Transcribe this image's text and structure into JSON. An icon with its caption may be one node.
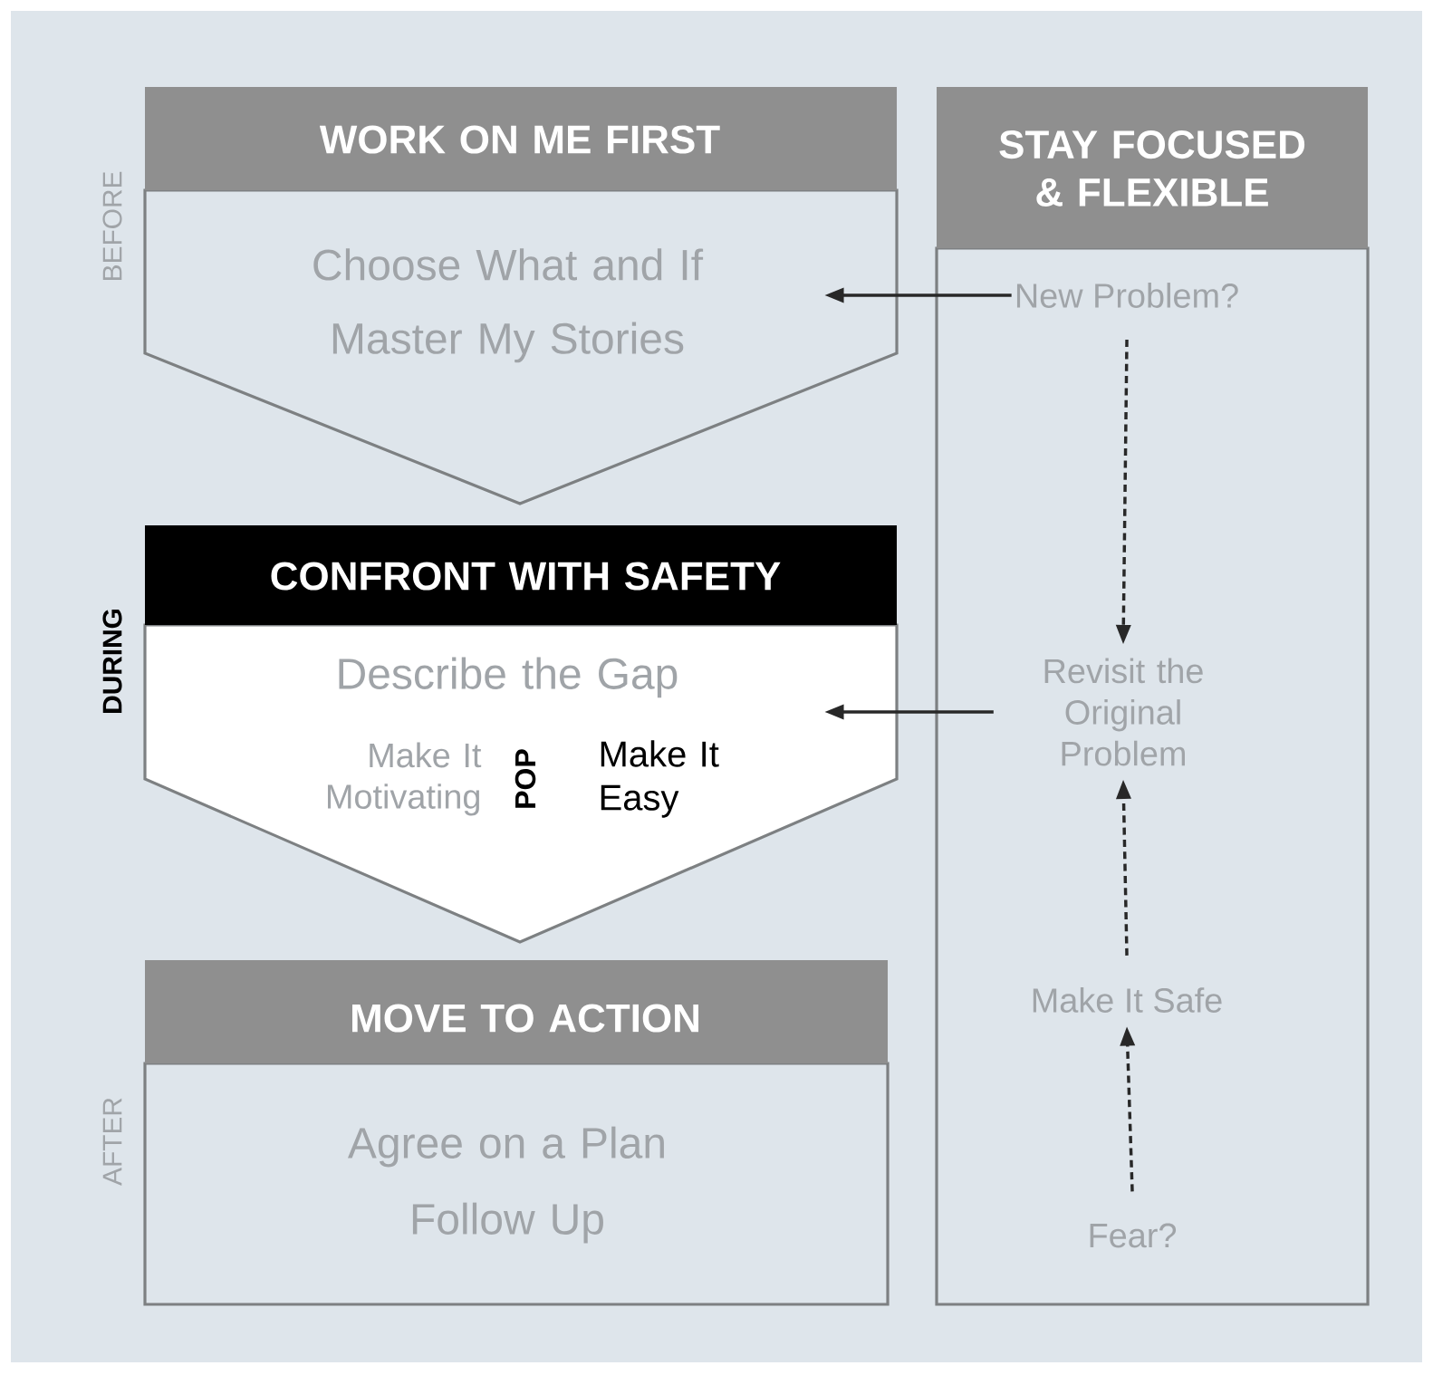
{
  "diagram": {
    "nodes": [
      {
        "text": [
          "WORK ON ME FIRST",
          "Choose What and If",
          "Master My Stories"
        ],
        "beside": [
          "BEFORE"
        ]
      },
      {
        "text": [
          "CONFRONT WITH SAFETY",
          "Describe the Gap",
          "Make It Motivating",
          "POP",
          "Make It Easy"
        ],
        "beside": [
          "DURING"
        ]
      },
      {
        "text": [
          "MOVE TO ACTION",
          "Agree on a Plan",
          "Follow Up"
        ],
        "beside": [
          "AFTER"
        ]
      },
      {
        "text": [
          "STAY FOCUSED & FLEXIBLE"
        ]
      },
      {
        "text": [
          "New Problem?"
        ],
        "in": 3
      },
      {
        "text": [
          "Revisit the Original Problem"
        ],
        "in": 3
      },
      {
        "text": [
          "Make It Safe"
        ],
        "in": 3
      },
      {
        "text": [
          "Fear?"
        ],
        "in": 3
      }
    ],
    "edges": [
      {
        "from": 4,
        "to": 0,
        "arrow": "to"
      },
      {
        "from": 4,
        "to": 5,
        "arrow": "to",
        "style": "dashed"
      },
      {
        "from": 5,
        "to": 1,
        "arrow": "to"
      },
      {
        "from": 6,
        "to": 5,
        "arrow": "to",
        "style": "dashed"
      },
      {
        "from": 7,
        "to": 6,
        "arrow": "to",
        "style": "dashed"
      }
    ]
  }
}
